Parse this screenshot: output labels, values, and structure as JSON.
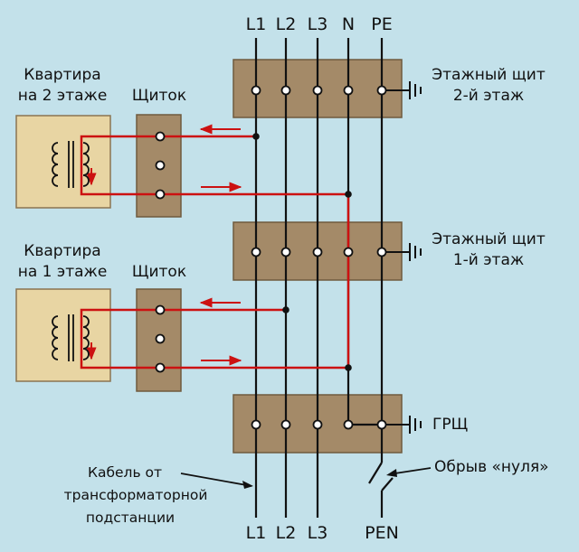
{
  "buses": {
    "top": [
      "L1",
      "L2",
      "L3",
      "N",
      "PE"
    ],
    "bottom": [
      "L1",
      "L2",
      "L3",
      "PEN"
    ]
  },
  "floor2": {
    "line1": "Этажный щит",
    "line2": "2-й этаж"
  },
  "floor1": {
    "line1": "Этажный щит",
    "line2": "1-й этаж"
  },
  "main_board": "ГРЩ",
  "apt2": {
    "line1": "Квартира",
    "line2": "на 2 этаже",
    "panel": "Щиток"
  },
  "apt1": {
    "line1": "Квартира",
    "line2": "на 1 этаже",
    "panel": "Щиток"
  },
  "cable": {
    "line1": "Кабель от",
    "line2": "трансформаторной",
    "line3": "подстанции"
  },
  "break": "Обрыв «нуля»",
  "colors": {
    "background": "#c3e1ea",
    "box": "#a48a68",
    "apartment": "#e8d5a3",
    "current": "#cc1111",
    "wire": "#111111"
  }
}
